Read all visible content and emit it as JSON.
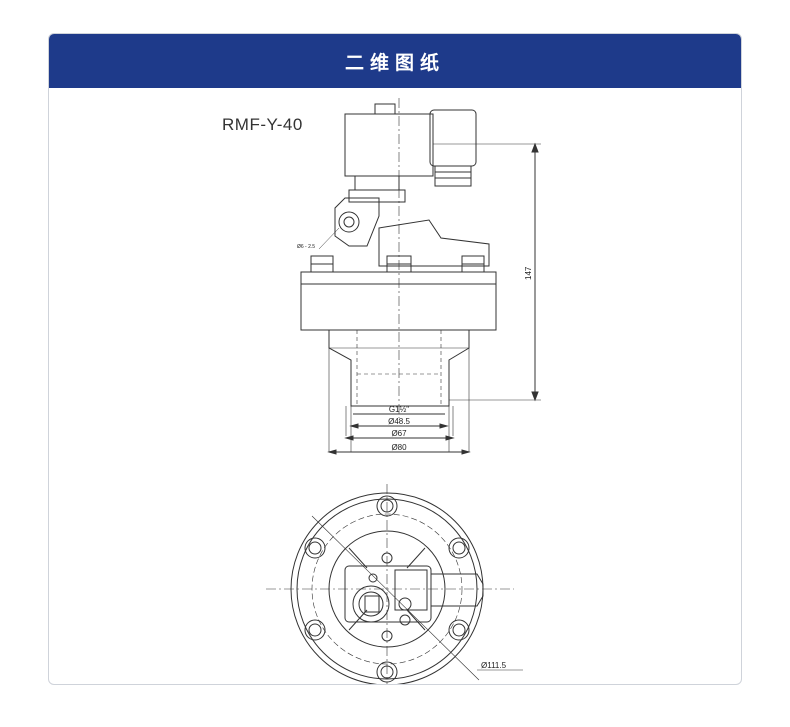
{
  "header": {
    "title": "二维图纸"
  },
  "drawing": {
    "model": "RMF-Y-40",
    "height_dim": "147",
    "port_label": "G1½\"",
    "dim_d1": "Ø48.5",
    "dim_d2": "Ø67",
    "dim_d3": "Ø80",
    "flange_dim": "Ø111.5",
    "side_note": "Ø6 - 2.5"
  },
  "colors": {
    "header_bg": "#1e3a8a",
    "line": "#333333"
  }
}
